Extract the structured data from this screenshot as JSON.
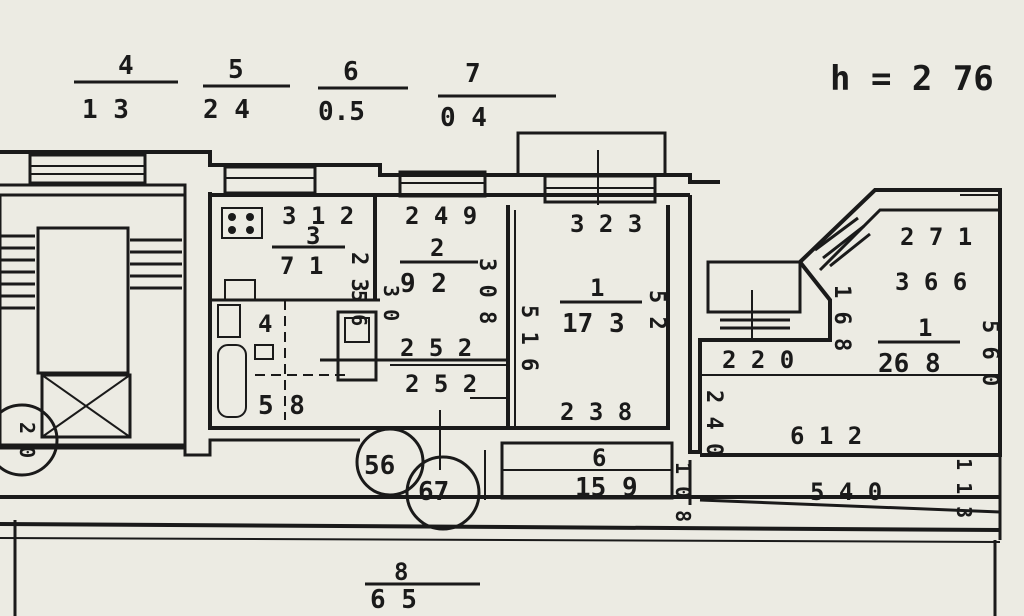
{
  "header": {
    "height_label": "h = 2 76",
    "legend": [
      {
        "num": "4",
        "area": "1 3"
      },
      {
        "num": "5",
        "area": "2 4"
      },
      {
        "num": "6",
        "area": "0.5"
      },
      {
        "num": "7",
        "area": "0 4"
      }
    ]
  },
  "rooms": {
    "kitchen": {
      "num": "3",
      "area": "7 1",
      "dim_top": "3 1 2",
      "dim_side": "2 3"
    },
    "room2": {
      "num": "2",
      "area": "9 2",
      "dim_top": "2 4 9",
      "dim_side": "3 0 8",
      "dim_bottom": "2 5 2",
      "dim_bottom2": "2 5 2"
    },
    "room1": {
      "num": "1",
      "area": "17 3",
      "dim_top": "3 2 3",
      "dim_side_left": "5 1 6",
      "dim_side_right": "5 2",
      "dim_bottom": "2 3 8"
    },
    "bath": {
      "num": "4",
      "area": "5 8"
    },
    "room1b": {
      "num": "1",
      "area": "26 8",
      "dim_top": "2 7 1",
      "dim_mid": "3 6 6",
      "dim_left": "1 6 8",
      "dim_right": "5 6 0",
      "dim_bottom": "6 1 2",
      "dim_corner": "2 2 0",
      "dim_left2": "2 4 0"
    },
    "room6": {
      "num": "6",
      "area": "15 9",
      "dim_left": "1 0 8"
    },
    "corridor": {
      "num": "8",
      "area": "6 5",
      "dim": "5 4 0",
      "dim_right": "1 1 3"
    }
  },
  "circles": {
    "c1": "56",
    "c2": "67"
  },
  "small_labels": {
    "s1": "5 6",
    "s2": "2 0",
    "s3": "3 0"
  }
}
